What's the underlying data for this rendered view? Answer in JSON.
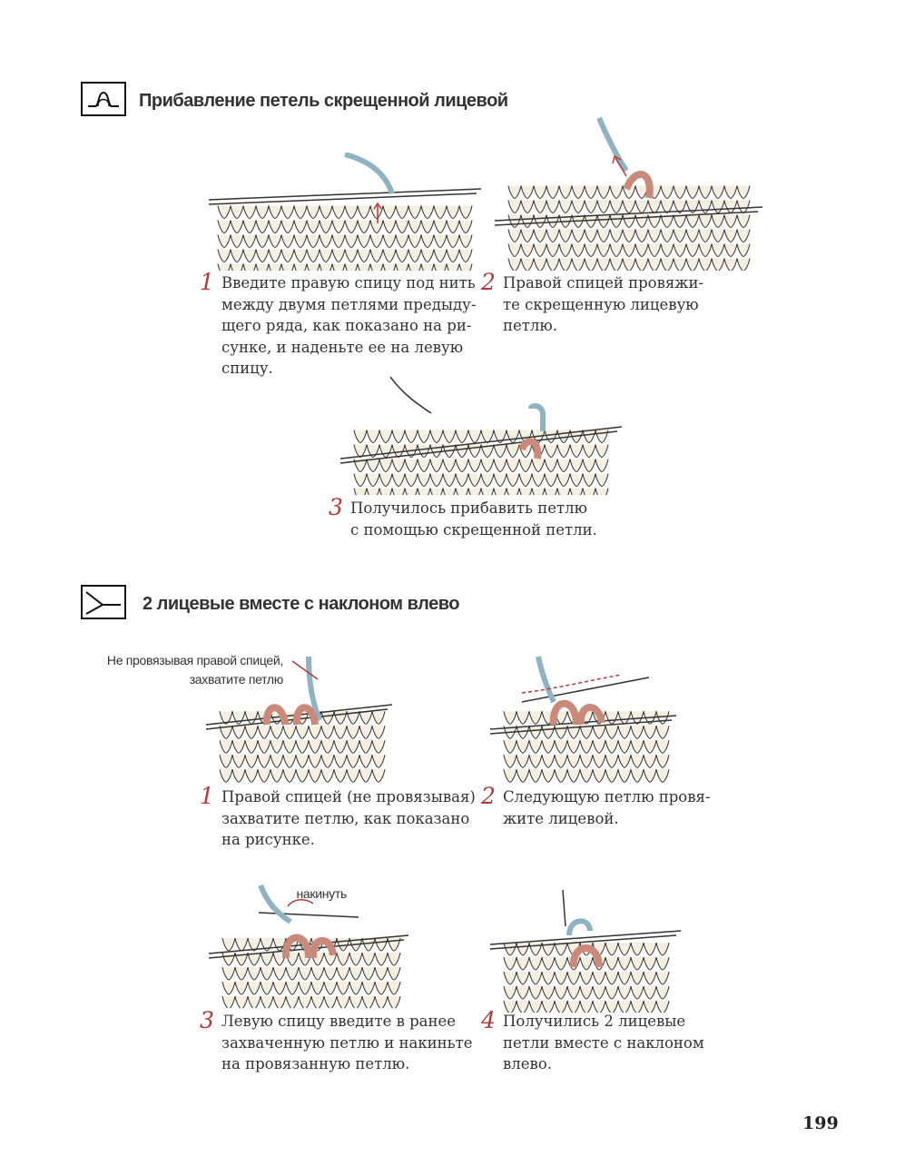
{
  "colors": {
    "stitch_fill": "#f4efe1",
    "stitch_line": "#333333",
    "accent_red": "#b23a3a",
    "yarn_blue": "#8fb3c2",
    "loop_pink": "#c98a7c"
  },
  "section1": {
    "icon": "loop-symbol-icon",
    "title": "Прибавление петель скрещенной лицевой",
    "steps": [
      {
        "num": "1",
        "text": "Введите правую спицу под нить\nмежду двумя петлями предыду-\nщего ряда, как показано на ри-\nсунке, и наденьте ее на левую\nспицу."
      },
      {
        "num": "2",
        "text": "Правой спицей провяжи-\nте скрещенную лицевую\nпетлю."
      },
      {
        "num": "3",
        "text": "Получилось прибавить петлю\nс помощью скрещенной петли."
      }
    ]
  },
  "section2": {
    "icon": "decrease-left-symbol-icon",
    "title": "2 лицевые вместе с наклоном влево",
    "annotation_1": "Не провязывая правой спицей,\nзахватите петлю",
    "annotation_2": "накинуть",
    "steps": [
      {
        "num": "1",
        "text": "Правой спицей (не провязывая)\nзахватите петлю, как показано\nна рисунке."
      },
      {
        "num": "2",
        "text": "Следующую петлю провя-\nжите лицевой."
      },
      {
        "num": "3",
        "text": "Левую спицу введите в ранее\nзахваченную петлю и накиньте\nна провязанную петлю."
      },
      {
        "num": "4",
        "text": "Получились 2 лицевые\nпетли вместе с наклоном\nвлево."
      }
    ]
  },
  "page_number": "199"
}
